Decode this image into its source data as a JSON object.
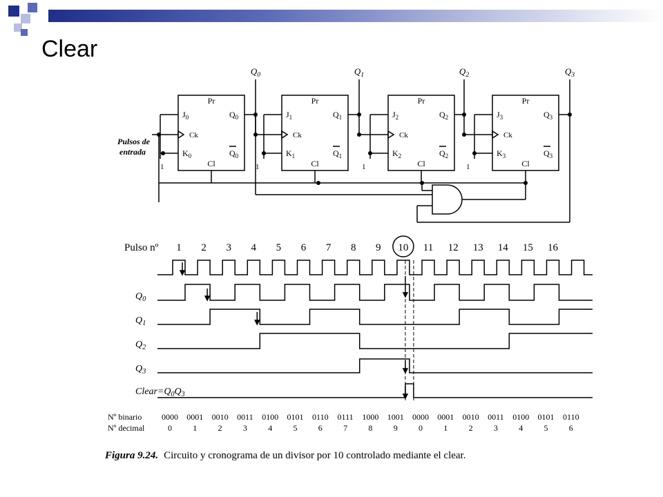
{
  "title": "Clear",
  "theme": {
    "dark": "#1f2f8a",
    "mid": "#5a6ab8",
    "light": "#b8bedf"
  },
  "circuit": {
    "outputs": [
      "Q0",
      "Q1",
      "Q2",
      "Q3"
    ],
    "input_label": [
      "Pulsos de",
      "entrada"
    ],
    "one": "1",
    "flip_flops": [
      {
        "pr": "Pr",
        "j": "J",
        "k": "K",
        "sub": "0",
        "ck": "Ck",
        "q": "Q",
        "qbar": "Q",
        "cl": "Cl"
      },
      {
        "pr": "Pr",
        "j": "J",
        "k": "K",
        "sub": "1",
        "ck": "Ck",
        "q": "Q",
        "qbar": "Q",
        "cl": "Cl"
      },
      {
        "pr": "Pr",
        "j": "J",
        "k": "K",
        "sub": "2",
        "ck": "Ck",
        "q": "Q",
        "qbar": "Q",
        "cl": "Cl"
      },
      {
        "pr": "Pr",
        "j": "J",
        "k": "K",
        "sub": "3",
        "ck": "Ck",
        "q": "Q",
        "qbar": "Q",
        "cl": "Cl"
      }
    ]
  },
  "timing": {
    "pulse_label": "Pulso nº",
    "pulse_numbers": [
      "1",
      "2",
      "3",
      "4",
      "5",
      "6",
      "7",
      "8",
      "9",
      "10",
      "11",
      "12",
      "13",
      "14",
      "15",
      "16"
    ],
    "highlighted_pulse": "10",
    "signals": [
      {
        "name": "Q",
        "sub": "0"
      },
      {
        "name": "Q",
        "sub": "1"
      },
      {
        "name": "Q",
        "sub": "2"
      },
      {
        "name": "Q",
        "sub": "3"
      }
    ],
    "clear_label": "Clear=Q",
    "clear_label_rest": {
      "a": "0",
      "b": "Q",
      "c": "3"
    },
    "binary_label": "Nº binario",
    "decimal_label": "Nº decimal",
    "binary": [
      "0000",
      "0001",
      "0010",
      "0011",
      "0100",
      "0101",
      "0110",
      "0111",
      "1000",
      "1001",
      "0000",
      "0001",
      "0010",
      "0011",
      "0100",
      "0101",
      "0110"
    ],
    "decimal": [
      "0",
      "1",
      "2",
      "3",
      "4",
      "5",
      "6",
      "7",
      "8",
      "9",
      "0",
      "1",
      "2",
      "3",
      "4",
      "5",
      "6"
    ]
  },
  "caption": {
    "figure": "Figura 9.24.",
    "text": "Circuito y cronograma de un divisor por 10 controlado mediante el clear."
  }
}
